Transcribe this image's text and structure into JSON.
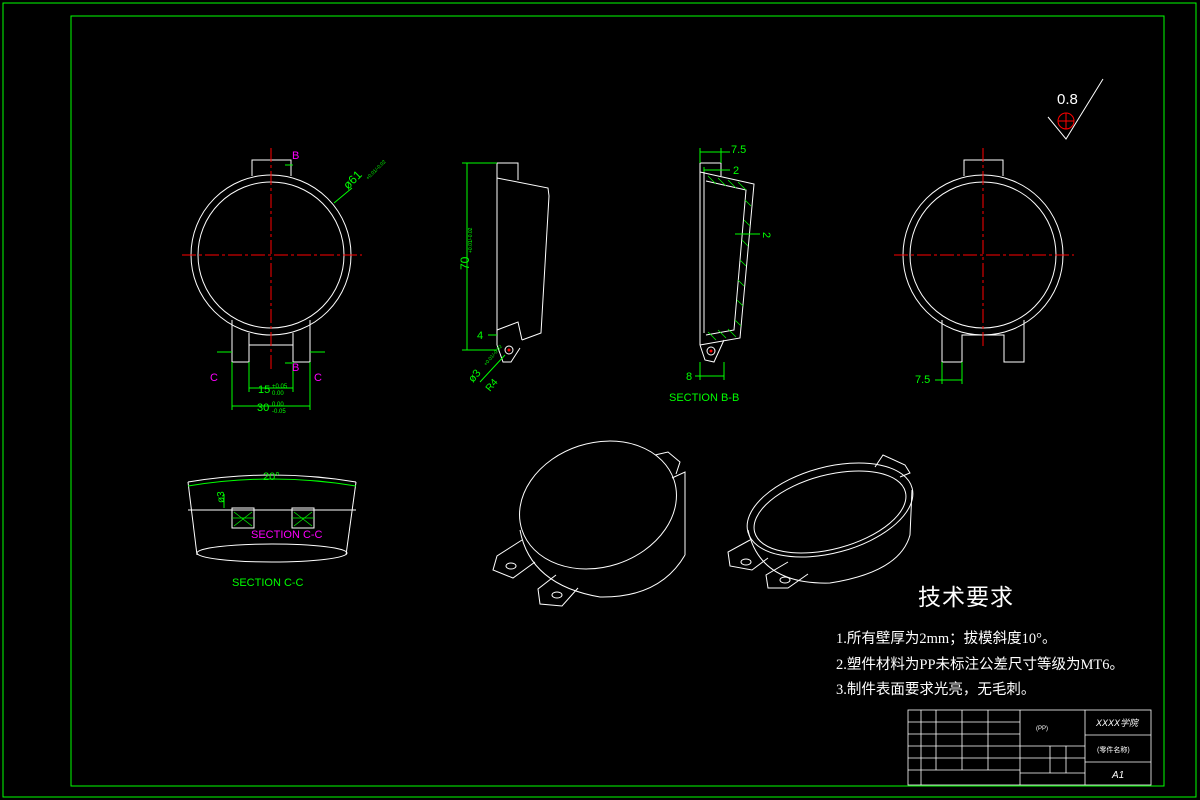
{
  "drawing": {
    "colors": {
      "background": "#000000",
      "outline": "#ffffff",
      "frame": "#00ff00",
      "dimension": "#00ff00",
      "centerline": "#ff0000",
      "section_mark": "#ff00ff"
    },
    "roughness": "0.8",
    "front_view": {
      "diameter": "ø61",
      "diameter_tol": "+0.01/-0.02",
      "width_15": "15",
      "width_15_tol_up": "+0.05",
      "width_15_tol_dn": "0.00",
      "width_30": "30",
      "width_30_tol_up": "0.00",
      "width_30_tol_dn": "-0.05",
      "cut_b": "B",
      "cut_c": "C"
    },
    "side_view": {
      "height": "70",
      "height_tol": "+0.01/-0.02",
      "dim_4": "4",
      "hole": "ø3",
      "hole_tol": "+0.01/-0.02",
      "radius": "R4"
    },
    "section_bb": {
      "label": "SECTION B-B",
      "dim_7_5": "7.5",
      "dim_2": "2",
      "dim_8": "8",
      "wall": "2"
    },
    "rear_view": {
      "dim_7_5": "7.5"
    },
    "section_cc": {
      "label": "SECTION C-C",
      "label_overlay": "SECTION C-C",
      "angle": "20°",
      "hole": "ø3"
    },
    "tech_requirements": {
      "title": "技术要求",
      "items": [
        "1.所有壁厚为2mm；拔模斜度10°。",
        "2.塑件材料为PP未标注公差尺寸等级为MT6。",
        "3.制件表面要求光亮，无毛刺。"
      ]
    },
    "title_block": {
      "material": "(PP)",
      "school": "XXXX学院",
      "drawing_name": "(零件名称)",
      "sheet_size": "A1"
    }
  }
}
